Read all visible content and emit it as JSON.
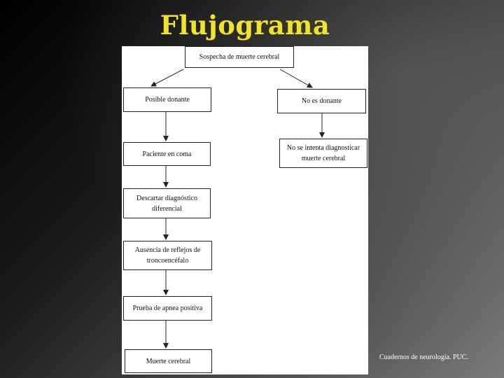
{
  "title": "Flujograma",
  "nodes": {
    "start": "Sospecha de muerte cerebral",
    "donor": "Posible donante",
    "non_donor": "No es donante",
    "coma": "Paciente en coma",
    "no_diagnosis": "No se intenta diagnosticar muerte cerebral",
    "differential": "Descartar diagnóstico diferencial",
    "reflexes": "Ausencia de reflejos de troncoencéfalo",
    "apnea": "Prueba de apnea positiva",
    "death": "Muerte cerebral"
  },
  "caption": "Cuadernos de neurología. PUC."
}
